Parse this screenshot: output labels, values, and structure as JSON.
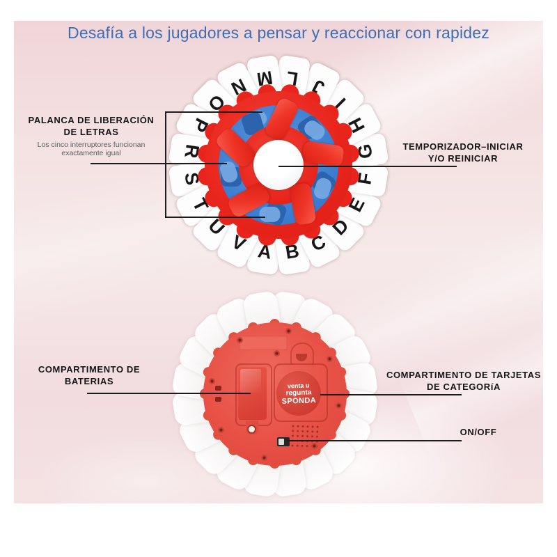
{
  "title": "Desafía a los jugadores a pensar y reaccionar con rapidez",
  "front_wheel": {
    "letters": [
      "A",
      "B",
      "C",
      "D",
      "E",
      "F",
      "G",
      "H",
      "I",
      "J",
      "L",
      "M",
      "N",
      "O",
      "P",
      "R",
      "S",
      "T",
      "U",
      "V"
    ],
    "lever_label": {
      "line1": "PALANCA DE LIBERACIÓN",
      "line2": "DE LETRAS",
      "sub1": "Los cinco interruptores funcionan",
      "sub2": "exactamente igual"
    },
    "timer_label": {
      "line1": "TEMPORIZADOR–INICIAR",
      "line2": "Y/O REINICIAR"
    }
  },
  "back_view": {
    "battery_label": {
      "line1": "COMPARTIMENTO DE",
      "line2": "BATERIAS"
    },
    "cards_label": {
      "line1": "COMPARTIMENTO DE TARJETAS",
      "line2": "DE CATEGORíA"
    },
    "power_label": "ON/OFF",
    "sticker_lines": [
      "venta u",
      "regunta",
      "SPONDA"
    ]
  },
  "colors": {
    "title_blue": "#3b6db8",
    "background_pink": "#f2dadc",
    "device_red": "#e8241c",
    "back_red": "#e75045",
    "ring_blue": "#3c7ed1",
    "callout_black": "#1c1c1c"
  }
}
